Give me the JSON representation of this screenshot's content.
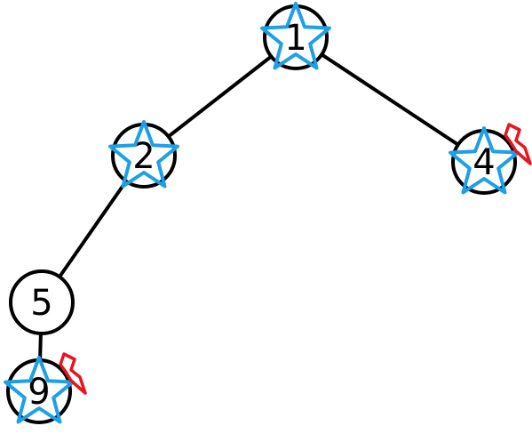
{
  "diagram": {
    "type": "tree",
    "colors": {
      "edge": "#000000",
      "node_stroke": "#000000",
      "node_fill": "#ffffff",
      "star": "#1ea0e6",
      "lightning": "#e8141e"
    },
    "nodes": [
      {
        "id": "n1",
        "label": "1",
        "starred": true,
        "lightning": false
      },
      {
        "id": "n2",
        "label": "2",
        "starred": true,
        "lightning": false
      },
      {
        "id": "n4",
        "label": "4",
        "starred": true,
        "lightning": true
      },
      {
        "id": "n5",
        "label": "5",
        "starred": false,
        "lightning": false
      },
      {
        "id": "n9",
        "label": "9",
        "starred": true,
        "lightning": true
      }
    ],
    "edges": [
      {
        "from": "n1",
        "to": "n2"
      },
      {
        "from": "n1",
        "to": "n4"
      },
      {
        "from": "n2",
        "to": "n5"
      },
      {
        "from": "n5",
        "to": "n9"
      }
    ],
    "icons": {
      "star": "star-icon",
      "lightning": "lightning-icon"
    }
  }
}
